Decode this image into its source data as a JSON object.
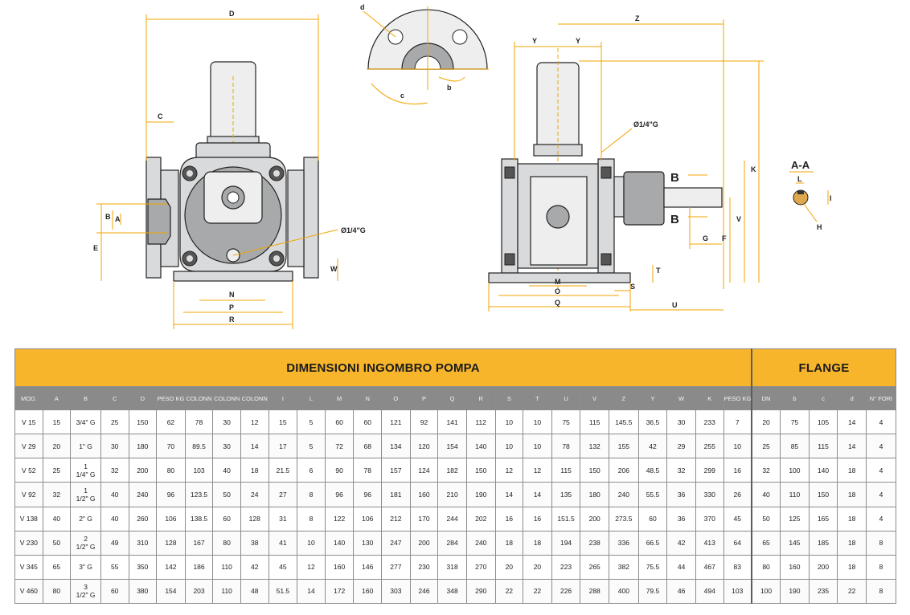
{
  "labels": {
    "D": "D",
    "C": "C",
    "E": "E",
    "B": "B",
    "A": "A",
    "W": "W",
    "N": "N",
    "P": "P",
    "R": "R",
    "thread": "Ø1/4\"G",
    "d": "d",
    "c": "c",
    "b": "b",
    "Y": "Y",
    "Z": "Z",
    "K": "K",
    "V": "V",
    "F": "F",
    "G": "G",
    "T": "T",
    "S": "S",
    "M": "M",
    "O": "O",
    "Q": "Q",
    "U": "U",
    "section": "B",
    "AA": "A-A",
    "L": "L",
    "I": "I",
    "H": "H"
  },
  "table": {
    "title": "DIMENSIONI INGOMBRO POMPA",
    "flange_title": "FLANGE",
    "columns": [
      "MOD.",
      "A",
      "B",
      "C",
      "D",
      "PESO KG",
      "COLONN",
      "COLONN",
      "COLONN",
      "I",
      "L",
      "M",
      "N",
      "O",
      "P",
      "Q",
      "R",
      "S",
      "T",
      "U",
      "V",
      "Z",
      "Y",
      "W",
      "K",
      "PESO KG",
      "DN",
      "b",
      "c",
      "d",
      "N° FORI"
    ],
    "rows": [
      [
        "V 15",
        "15",
        "3/4\" G",
        "25",
        "150",
        "62",
        "78",
        "30",
        "12",
        "15",
        "5",
        "60",
        "60",
        "121",
        "92",
        "141",
        "112",
        "10",
        "10",
        "75",
        "115",
        "145.5",
        "36.5",
        "30",
        "233",
        "7",
        "20",
        "75",
        "105",
        "14",
        "4"
      ],
      [
        "V 29",
        "20",
        "1\" G",
        "30",
        "180",
        "70",
        "89.5",
        "30",
        "14",
        "17",
        "5",
        "72",
        "68",
        "134",
        "120",
        "154",
        "140",
        "10",
        "10",
        "78",
        "132",
        "155",
        "42",
        "29",
        "255",
        "10",
        "25",
        "85",
        "115",
        "14",
        "4"
      ],
      [
        "V 52",
        "25",
        "1\n1/4\" G",
        "32",
        "200",
        "80",
        "103",
        "40",
        "18",
        "21.5",
        "6",
        "90",
        "78",
        "157",
        "124",
        "182",
        "150",
        "12",
        "12",
        "115",
        "150",
        "206",
        "48.5",
        "32",
        "299",
        "16",
        "32",
        "100",
        "140",
        "18",
        "4"
      ],
      [
        "V 92",
        "32",
        "1\n1/2\" G",
        "40",
        "240",
        "96",
        "123.5",
        "50",
        "24",
        "27",
        "8",
        "96",
        "96",
        "181",
        "160",
        "210",
        "190",
        "14",
        "14",
        "135",
        "180",
        "240",
        "55.5",
        "36",
        "330",
        "26",
        "40",
        "110",
        "150",
        "18",
        "4"
      ],
      [
        "V 138",
        "40",
        "2\" G",
        "40",
        "260",
        "106",
        "138.5",
        "60",
        "128",
        "31",
        "8",
        "122",
        "106",
        "212",
        "170",
        "244",
        "202",
        "16",
        "16",
        "151.5",
        "200",
        "273.5",
        "60",
        "36",
        "370",
        "45",
        "50",
        "125",
        "165",
        "18",
        "4"
      ],
      [
        "V 230",
        "50",
        "2\n1/2\" G",
        "49",
        "310",
        "128",
        "167",
        "80",
        "38",
        "41",
        "10",
        "140",
        "130",
        "247",
        "200",
        "284",
        "240",
        "18",
        "18",
        "194",
        "238",
        "336",
        "66.5",
        "42",
        "413",
        "64",
        "65",
        "145",
        "185",
        "18",
        "8"
      ],
      [
        "V 345",
        "65",
        "3\" G",
        "55",
        "350",
        "142",
        "186",
        "110",
        "42",
        "45",
        "12",
        "160",
        "146",
        "277",
        "230",
        "318",
        "270",
        "20",
        "20",
        "223",
        "265",
        "382",
        "75.5",
        "44",
        "467",
        "83",
        "80",
        "160",
        "200",
        "18",
        "8"
      ],
      [
        "V 460",
        "80",
        "3\n1/2\" G",
        "60",
        "380",
        "154",
        "203",
        "110",
        "48",
        "51.5",
        "14",
        "172",
        "160",
        "303",
        "246",
        "348",
        "290",
        "22",
        "22",
        "226",
        "288",
        "400",
        "79.5",
        "46",
        "494",
        "103",
        "100",
        "190",
        "235",
        "22",
        "8"
      ]
    ]
  }
}
